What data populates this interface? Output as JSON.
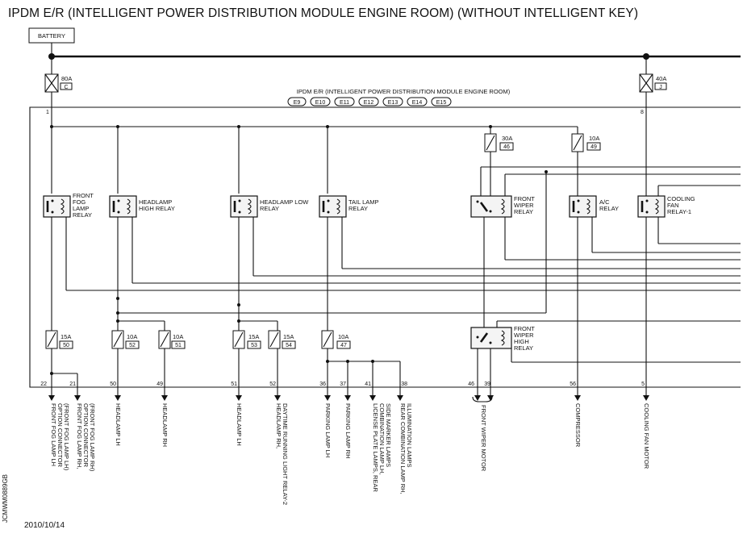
{
  "title": "IPDM E/R (INTELLIGENT POWER DISTRIBUTION MODULE ENGINE ROOM) (WITHOUT INTELLIGENT KEY)",
  "battery": "BATTERY",
  "module": {
    "label": "IPDM E/R (INTELLIGENT POWER DISTRIBUTION MODULE ENGINE ROOM)",
    "connectors": [
      "E9",
      "E10",
      "E11",
      "E12",
      "E13",
      "E14",
      "E15"
    ]
  },
  "fusible_links": [
    {
      "rating": "80A",
      "id": "C",
      "pin": "1"
    },
    {
      "rating": "40A",
      "id": "J",
      "pin": "8"
    }
  ],
  "fuses": [
    {
      "rating": "30A",
      "id": "46"
    },
    {
      "rating": "10A",
      "id": "49"
    },
    {
      "rating": "15A",
      "id": "50"
    },
    {
      "rating": "10A",
      "id": "52"
    },
    {
      "rating": "10A",
      "id": "51"
    },
    {
      "rating": "15A",
      "id": "53"
    },
    {
      "rating": "15A",
      "id": "54"
    },
    {
      "rating": "10A",
      "id": "47"
    }
  ],
  "relays": [
    [
      "FRONT",
      "FOG",
      "LAMP",
      "RELAY"
    ],
    [
      "HEADLAMP",
      "HIGH RELAY"
    ],
    [
      "HEADLAMP LOW",
      "RELAY"
    ],
    [
      "TAIL LAMP",
      "RELAY"
    ],
    [
      "FRONT",
      "WIPER",
      "RELAY"
    ],
    [
      "A/C",
      "RELAY"
    ],
    [
      "COOLING",
      "FAN",
      "RELAY-1"
    ],
    [
      "FRONT",
      "WIPER",
      "HIGH",
      "RELAY"
    ]
  ],
  "terminals": [
    "22",
    "21",
    "50",
    "49",
    "51",
    "52",
    "36",
    "37",
    "41",
    "38",
    "46",
    "39",
    "56",
    "5"
  ],
  "outputs": [
    [
      "FRONT FOG LAMP LH",
      "OPTION CONNECTOR",
      "(FRONT FOG LAMP LH)"
    ],
    [
      "FRONT FOG LAMP RH,",
      "OPTION CONNECTOR",
      "(FRONT FOG LAMP RH)"
    ],
    [
      "HEADLAMP LH"
    ],
    [
      "HEADLAMP RH"
    ],
    [
      "HEADLAMP LH"
    ],
    [
      "HEADLAMP RH,",
      "DAYTIME RUNNING LIGHT RELAY-2"
    ],
    [
      "PARKING LAMP LH"
    ],
    [
      "PARKING LAMP RH"
    ],
    [
      "LICENSE PLATE LAMPS, REAR",
      "COMBINATION LAMP LH,",
      "SIDE MARKER LAMPS"
    ],
    [
      "REAR COMBINATION LAMP RH,",
      "ILLUMINATION LAMPS"
    ],
    [
      "FRONT WIPER MOTOR"
    ],
    [
      "COMPRESSOR"
    ],
    [
      "COOLING FAN MOTOR"
    ]
  ],
  "date": "2010/10/14",
  "figure_id": "JCMWM0889GB"
}
